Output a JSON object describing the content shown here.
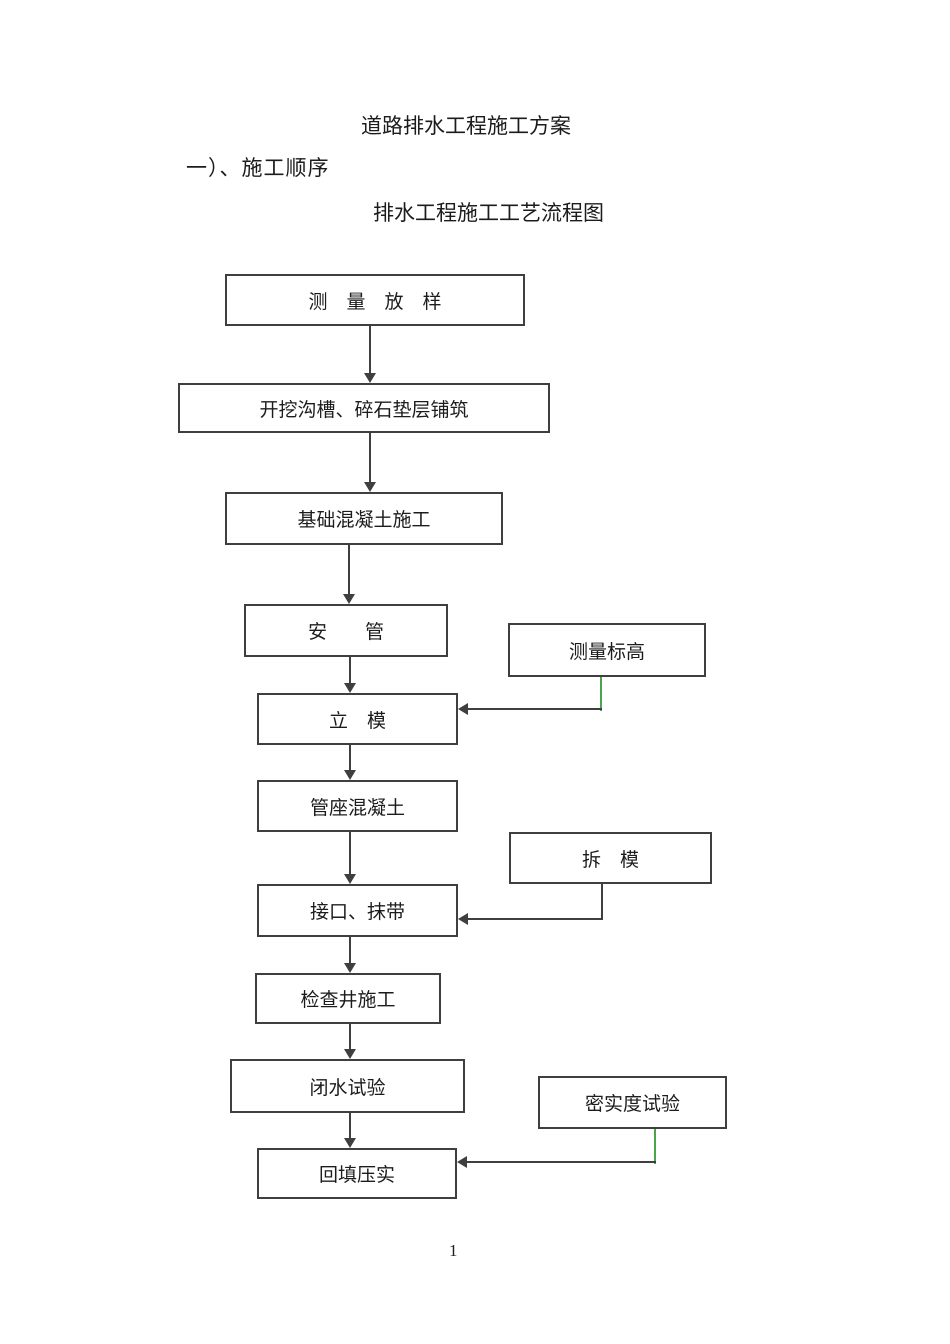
{
  "page": {
    "title": "道路排水工程施工方案",
    "section_heading": "一）、施工顺序",
    "diagram_title": "排水工程施工工艺流程图",
    "page_number": "1"
  },
  "colors": {
    "line": "#3f3f3f",
    "connector_green": "#4aa54a",
    "text": "#1c1c1c",
    "background": "#ffffff"
  },
  "flowchart": {
    "nodes": [
      {
        "id": "survey-setting-out",
        "label": "测　量　放　样"
      },
      {
        "id": "trench-excavation-gravel-bed",
        "label": "开挖沟槽、碎石垫层铺筑"
      },
      {
        "id": "foundation-concrete",
        "label": "基础混凝土施工"
      },
      {
        "id": "pipe-laying",
        "label": "安　　管"
      },
      {
        "id": "elevation-survey",
        "label": "测量标高"
      },
      {
        "id": "formwork-erection",
        "label": "立　模"
      },
      {
        "id": "pipe-seat-concrete",
        "label": "管座混凝土"
      },
      {
        "id": "formwork-removal",
        "label": "拆　模"
      },
      {
        "id": "joint-band-plastering",
        "label": "接口、抹带"
      },
      {
        "id": "inspection-well-construction",
        "label": "检查井施工"
      },
      {
        "id": "water-closure-test",
        "label": "闭水试验"
      },
      {
        "id": "compaction-test",
        "label": "密实度试验"
      },
      {
        "id": "backfill-compaction",
        "label": "回填压实"
      }
    ],
    "edges": [
      {
        "from": "测量放样",
        "to": "开挖沟槽、碎石垫层铺筑"
      },
      {
        "from": "开挖沟槽、碎石垫层铺筑",
        "to": "基础混凝土施工"
      },
      {
        "from": "基础混凝土施工",
        "to": "安管"
      },
      {
        "from": "安管",
        "to": "立模"
      },
      {
        "from": "测量标高",
        "to": "立模"
      },
      {
        "from": "立模",
        "to": "管座混凝土"
      },
      {
        "from": "管座混凝土",
        "to": "接口、抹带"
      },
      {
        "from": "拆模",
        "to": "接口、抹带"
      },
      {
        "from": "接口、抹带",
        "to": "检查井施工"
      },
      {
        "from": "检查井施工",
        "to": "闭水试验"
      },
      {
        "from": "闭水试验",
        "to": "回填压实"
      },
      {
        "from": "密实度试验",
        "to": "回填压实"
      }
    ]
  }
}
